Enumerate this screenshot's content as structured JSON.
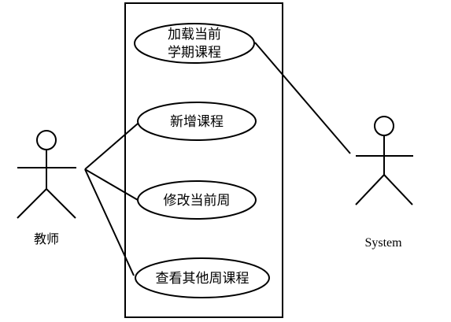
{
  "diagram": {
    "type": "uml-use-case",
    "actors": [
      {
        "id": "teacher",
        "label": "教师"
      },
      {
        "id": "system",
        "label": "System"
      }
    ],
    "usecases": [
      {
        "id": "load",
        "lines": [
          "加载当前",
          "学期课程"
        ]
      },
      {
        "id": "add",
        "lines": [
          "新增课程"
        ]
      },
      {
        "id": "modify",
        "lines": [
          "修改当前周"
        ]
      },
      {
        "id": "view",
        "lines": [
          "查看其他周课程"
        ]
      }
    ],
    "associations": [
      {
        "from": "teacher",
        "to": "add"
      },
      {
        "from": "teacher",
        "to": "modify"
      },
      {
        "from": "teacher",
        "to": "view"
      },
      {
        "from": "system",
        "to": "load"
      }
    ]
  }
}
